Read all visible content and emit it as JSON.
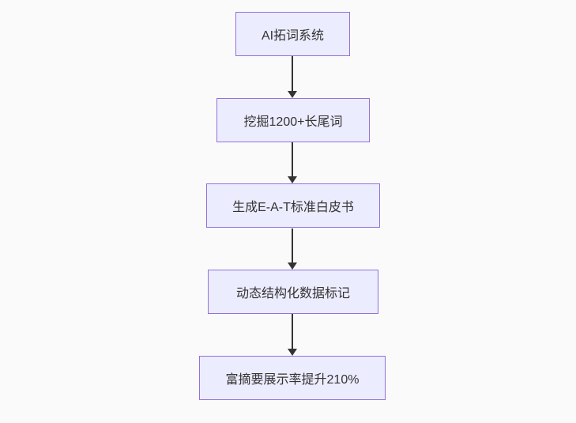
{
  "diagram": {
    "type": "flowchart",
    "direction": "top-down",
    "nodes": [
      {
        "id": "n1",
        "label": "AI拓词系统"
      },
      {
        "id": "n2",
        "label": "挖掘1200+长尾词"
      },
      {
        "id": "n3",
        "label": "生成E-A-T标准白皮书"
      },
      {
        "id": "n4",
        "label": "动态结构化数据标记"
      },
      {
        "id": "n5",
        "label": "富摘要展示率提升210%"
      }
    ],
    "edges": [
      {
        "from": "n1",
        "to": "n2"
      },
      {
        "from": "n2",
        "to": "n3"
      },
      {
        "from": "n3",
        "to": "n4"
      },
      {
        "from": "n4",
        "to": "n5"
      }
    ],
    "colors": {
      "node_fill": "#ECECFF",
      "node_border": "#9370DB",
      "arrow": "#333333",
      "text": "#333333",
      "background": "#FAFAFA"
    }
  }
}
